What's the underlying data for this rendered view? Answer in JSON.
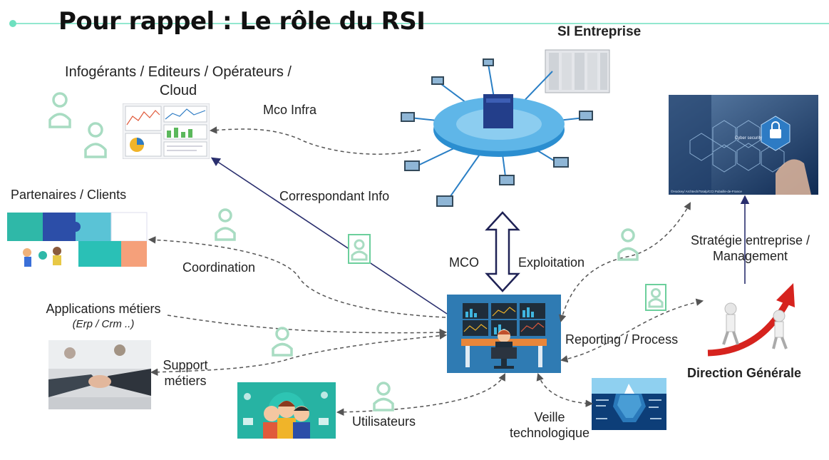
{
  "title": "Pour rappel : Le rôle du RSI",
  "nodes": {
    "si_entreprise": "SI Entreprise",
    "infogerants_line1": "Infogérants / Editeurs / Opérateurs /",
    "infogerants_line2": "Cloud",
    "partenaires": "Partenaires / Clients",
    "applications_line1": "Applications métiers",
    "applications_line2": "(Erp / Crm ..)",
    "direction": "Direction Générale"
  },
  "edges": {
    "mco_infra": "Mco Infra",
    "correspondant": "Correspondant Info",
    "coordination": "Coordination",
    "support_line1": "Support",
    "support_line2": "métiers",
    "utilisateurs": "Utilisateurs",
    "veille_line1": "Veille",
    "veille_line2": "technologique",
    "mco": "MCO",
    "exploitation": "Exploitation",
    "reporting": "Reporting / Process",
    "strategie_line1": "Stratégie entreprise /",
    "strategie_line2": "Management"
  },
  "image_text": {
    "cyber_security": "Cyber security",
    "copyright": "©Hockey/ Archtech/Totalp/CCI Pubaille-de-France"
  },
  "colors": {
    "accent_line": "#6ee0bf",
    "person_icon": "#a8dcc2",
    "arrow_navy": "#2a2f6e",
    "dashed": "#555555",
    "monitor_bg": "#2f7bb3",
    "red_arrow": "#d6231e"
  }
}
